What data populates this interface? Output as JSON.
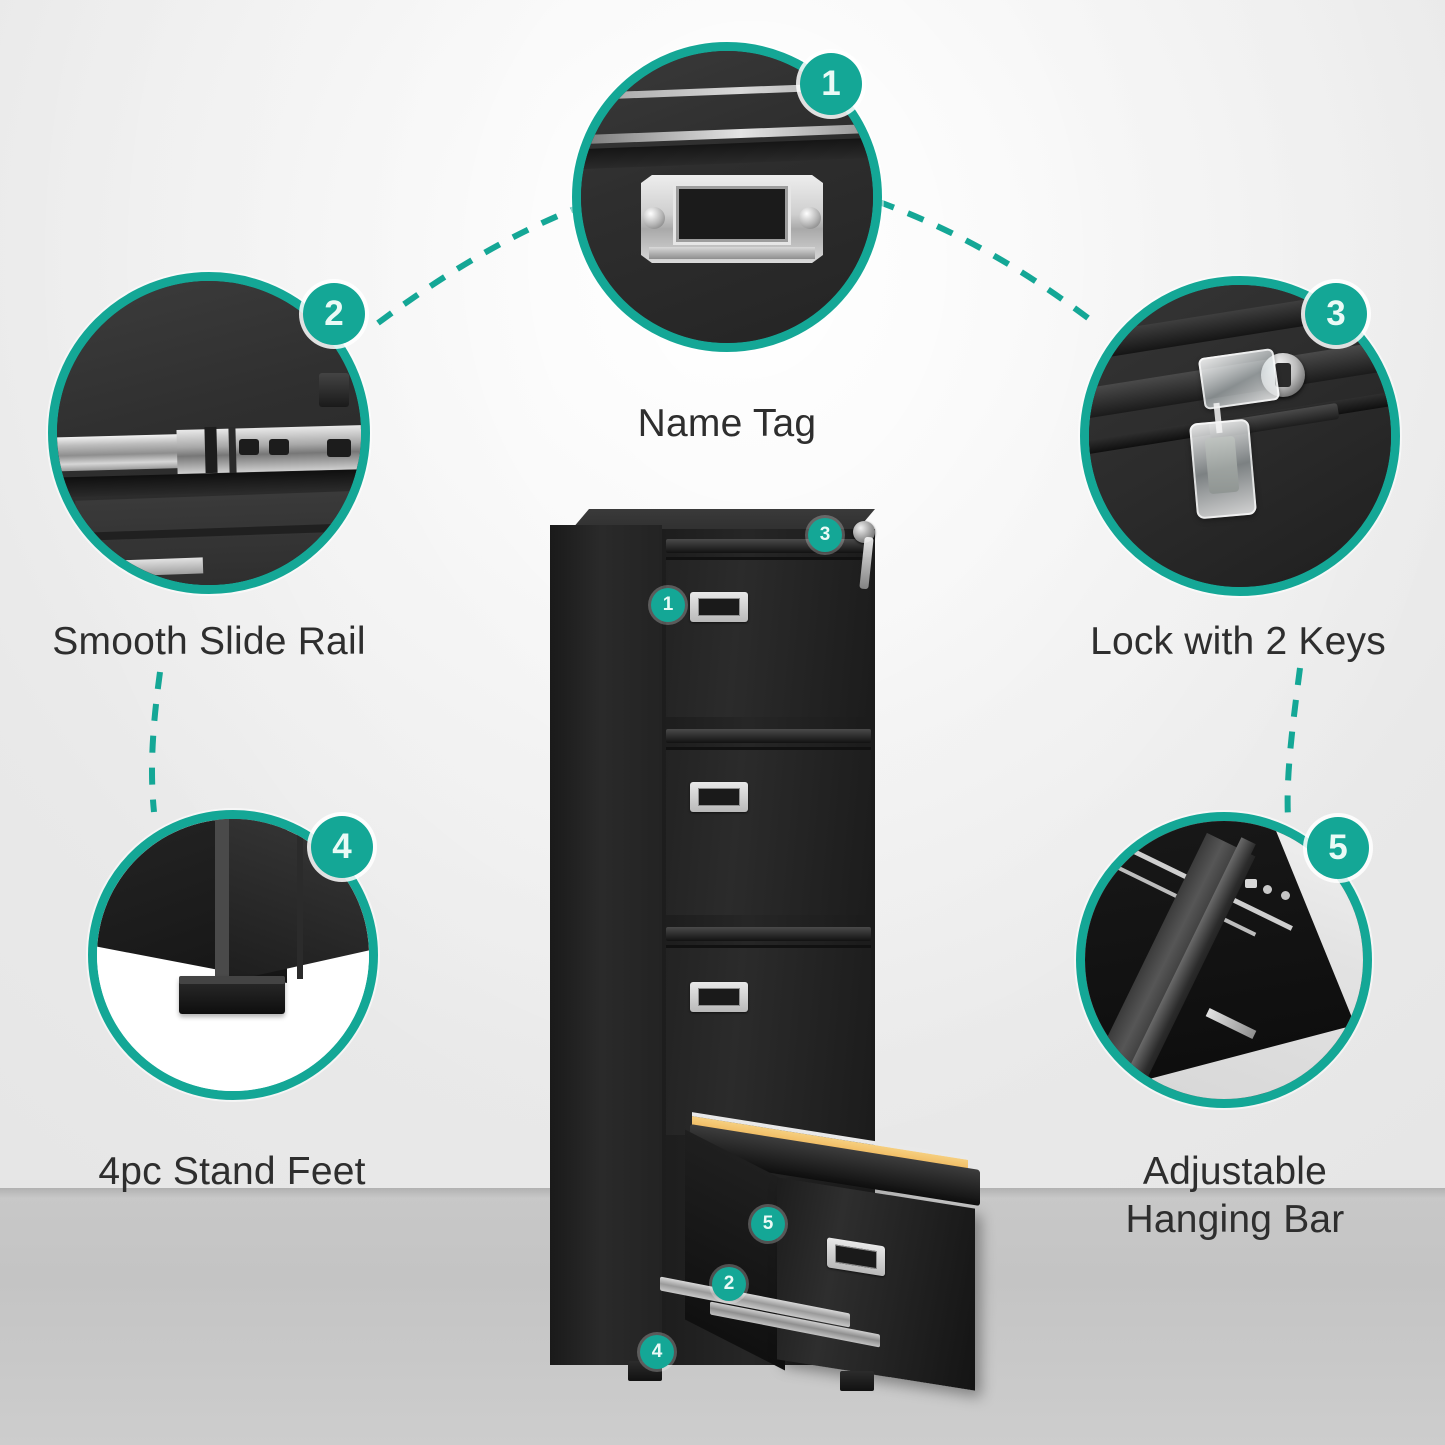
{
  "theme": {
    "accent": "#14a796",
    "accent_light": "#2ec0ae",
    "text": "#2e2e2e",
    "background": "#ececec",
    "floor": "#c6c6c6",
    "cabinet": "#1f1f1f"
  },
  "features": [
    {
      "number": "1",
      "caption": "Name Tag",
      "icon": "name-tag-icon",
      "description_area": "close-up of chrome card holder name tag on drawer front"
    },
    {
      "number": "2",
      "caption": "Smooth Slide Rail",
      "icon": "slide-rail-icon",
      "description_area": "close-up of ball-bearing metal drawer slide rail"
    },
    {
      "number": "3",
      "caption": "Lock with 2 Keys",
      "icon": "lock-icon",
      "description_area": "close-up of cylinder lock with two transparent keys"
    },
    {
      "number": "4",
      "caption": "4pc Stand Feet",
      "icon": "stand-feet-icon",
      "description_area": "close-up of black plastic stand foot at cabinet corner"
    },
    {
      "number": "5",
      "caption": "Adjustable\nHanging Bar",
      "icon": "hanging-bar-icon",
      "description_area": "close-up of adjustable hanging file bar inside drawer"
    }
  ],
  "product": {
    "name": "4-drawer vertical file cabinet",
    "color": "Black",
    "drawer_count": 4,
    "markers": [
      {
        "number": "1",
        "target": "name-tag"
      },
      {
        "number": "2",
        "target": "slide-rail"
      },
      {
        "number": "3",
        "target": "lock"
      },
      {
        "number": "4",
        "target": "stand-foot"
      },
      {
        "number": "5",
        "target": "hanging-bar"
      }
    ]
  }
}
